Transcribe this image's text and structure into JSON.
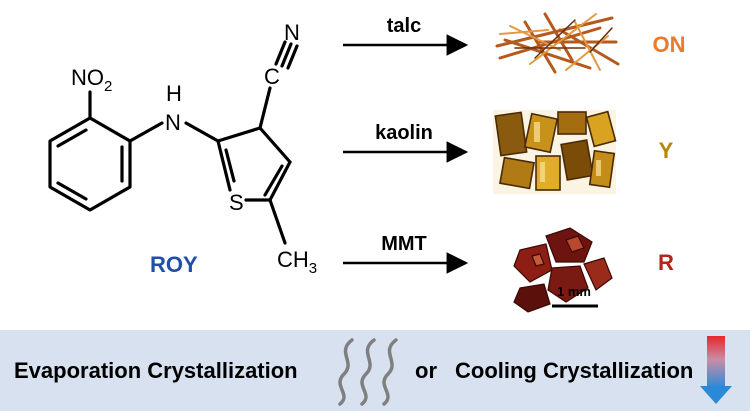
{
  "molecule": {
    "name": "ROY",
    "name_color": "#1f4fa8",
    "atoms": {
      "nitro_n": "NO",
      "nitro_sub": "2",
      "amine_n": "N",
      "amine_h": "H",
      "nitrile_n": "N",
      "nitrile_c": "C",
      "sulfur": "S",
      "methyl": "CH",
      "methyl_sub": "3"
    }
  },
  "routes": [
    {
      "reagent": "talc",
      "result": "ON",
      "result_color": "#ec7a2a",
      "crystal": "needle-crystals-photo"
    },
    {
      "reagent": "kaolin",
      "result": "Y",
      "result_color": "#b5870f",
      "crystal": "prism-crystals-photo"
    },
    {
      "reagent": "MMT",
      "result": "R",
      "result_color": "#b1271b",
      "crystal": "block-crystals-photo"
    }
  ],
  "scale_bar": "1 mm",
  "banner": {
    "left": "Evaporation Crystallization",
    "connector": "or",
    "right": "Cooling Crystallization",
    "bg": "#d7e1f0",
    "thermo_icon": "temperature-gradient-arrow-icon"
  }
}
